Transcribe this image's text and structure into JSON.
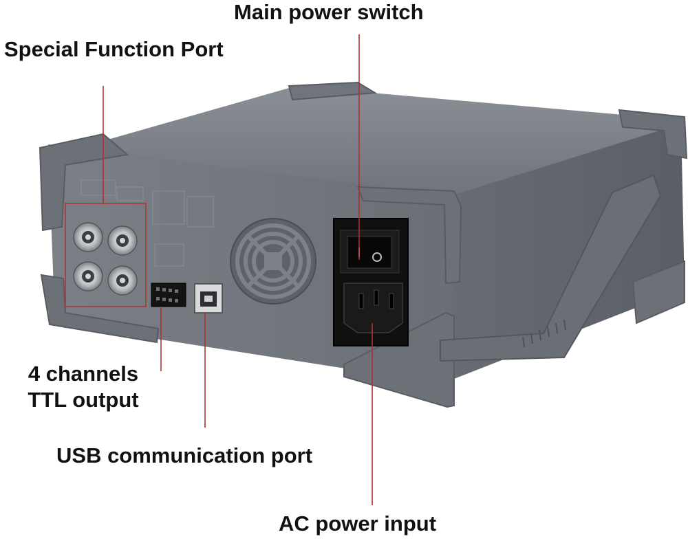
{
  "labels": {
    "main_power_switch": "Main power switch",
    "special_function_port": "Special Function Port",
    "ttl_line1": "4 channels",
    "ttl_line2": "TTL output",
    "usb_port": "USB communication port",
    "ac_power_input": "AC power input"
  },
  "colors": {
    "body": "#737880",
    "body_dark": "#5c6168",
    "leader_line": "#b03030",
    "panel_black": "#111111"
  }
}
